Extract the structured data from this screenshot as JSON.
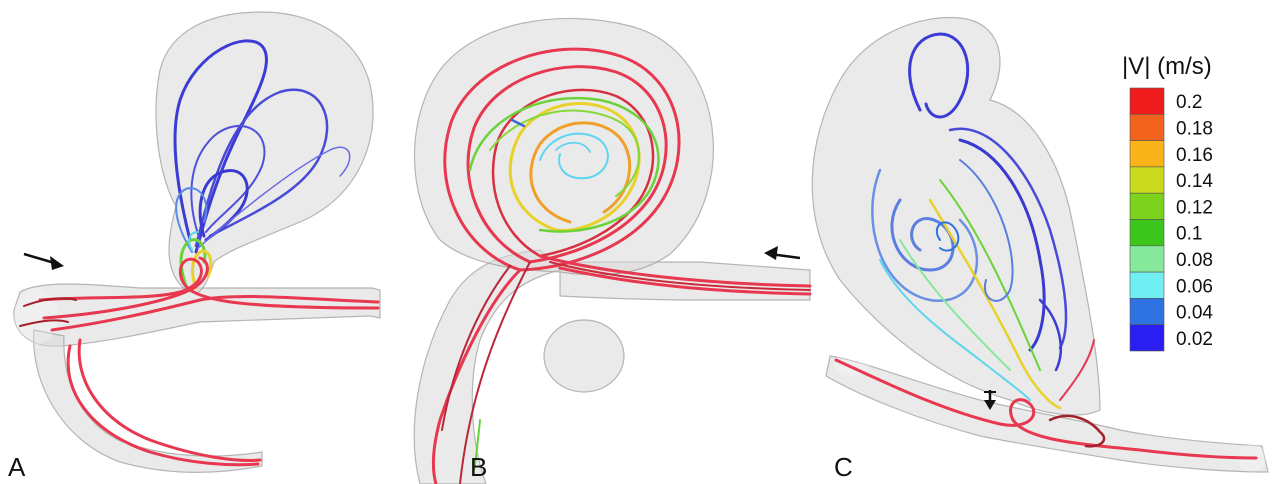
{
  "panels": [
    {
      "label": "A"
    },
    {
      "label": "B"
    },
    {
      "label": "C"
    }
  ],
  "legend": {
    "title": "|V| (m/s)",
    "entries": [
      {
        "value": "0.2",
        "color": "#ee1c1c"
      },
      {
        "value": "0.18",
        "color": "#f2631e"
      },
      {
        "value": "0.16",
        "color": "#fbb31a"
      },
      {
        "value": "0.14",
        "color": "#c9d91e"
      },
      {
        "value": "0.12",
        "color": "#7cd21c"
      },
      {
        "value": "0.1",
        "color": "#3cc51a"
      },
      {
        "value": "0.08",
        "color": "#86e89a"
      },
      {
        "value": "0.06",
        "color": "#70eef2"
      },
      {
        "value": "0.04",
        "color": "#2f73e3"
      },
      {
        "value": "0.02",
        "color": "#2a1ff0"
      }
    ]
  },
  "colors": {
    "fast": "#e8384f",
    "dark_fast": "#a4202a",
    "slow": "#3a3ad8",
    "mid_slow": "#5a7fe0",
    "cyan": "#5cd6ee",
    "green": "#6cd23a",
    "yellow": "#e8d22a",
    "orange": "#f08a2a",
    "vessel_fill": "#d9d9d9",
    "arrow": "#111111"
  }
}
